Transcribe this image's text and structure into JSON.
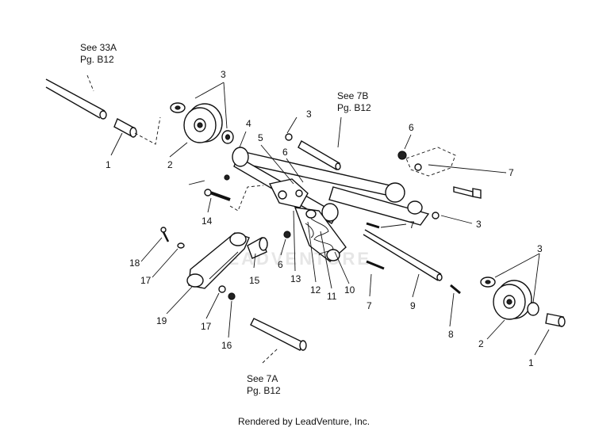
{
  "diagram": {
    "callout_labels": [
      "3",
      "2",
      "1",
      "4",
      "5",
      "6",
      "3",
      "6",
      "7",
      "3",
      "7",
      "14",
      "6",
      "13",
      "12",
      "11",
      "10",
      "7",
      "9",
      "8",
      "18",
      "17",
      "15",
      "19",
      "17",
      "16",
      "3",
      "2",
      "1"
    ],
    "notes": [
      {
        "line1": "See 33A",
        "line2": "Pg. B12"
      },
      {
        "line1": "See 7B",
        "line2": "Pg. B12"
      },
      {
        "line1": "See 7A",
        "line2": "Pg. B12"
      }
    ],
    "watermark": "LEADVENTURE",
    "footer": "Rendered by LeadVenture, Inc."
  }
}
